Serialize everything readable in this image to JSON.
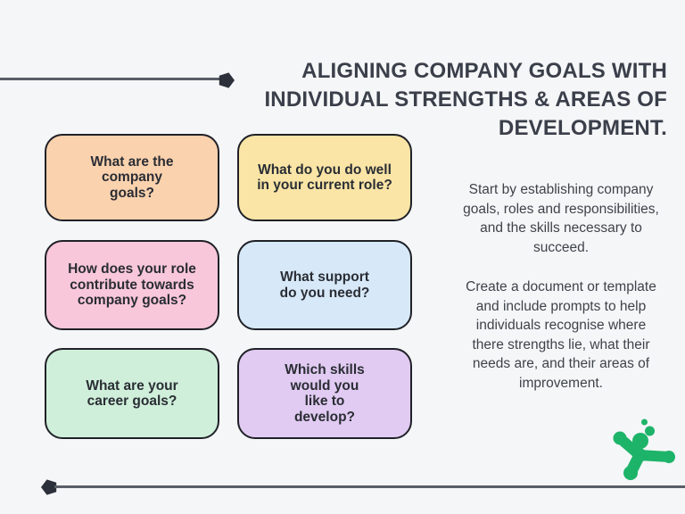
{
  "page": {
    "background_color": "#f5f6f8",
    "card_border_color": "#1f2127"
  },
  "title": {
    "text": "ALIGNING COMPANY GOALS WITH\nINDIVIDUAL STRENGTHS & AREAS OF\nDEVELOPMENT.",
    "color": "#3a3f4a"
  },
  "cards": [
    {
      "id": "company-goals",
      "text": "What are the\ncompany\ngoals?",
      "bg": "#fbd2ae"
    },
    {
      "id": "do-well-current-role",
      "text": "What do you do well\nin your current role?",
      "bg": "#fae5a6"
    },
    {
      "id": "role-contribution",
      "text": "How does your role\ncontribute towards\ncompany goals?",
      "bg": "#f9c7da"
    },
    {
      "id": "support-needed",
      "text": "What support\ndo you need?",
      "bg": "#d7e9f9"
    },
    {
      "id": "career-goals",
      "text": "What are your\ncareer goals?",
      "bg": "#cfefda"
    },
    {
      "id": "skills-to-develop",
      "text": "Which skills\nwould you\nlike to\ndevelop?",
      "bg": "#e1cbf2"
    }
  ],
  "right_column": {
    "paragraphs": [
      "Start by establishing company\ngoals, roles and responsibilities,\nand the skills necessary to\nsucceed.",
      "Create a document or template\nand include prompts to help\nindividuals recognise where\nthere strengths lie, what their\nneeds are, and their areas of\nimprovement."
    ],
    "text_color": "#3e434a"
  },
  "decor": {
    "line_color": "#5a5e66",
    "pentagon_color": "#2b303a"
  },
  "logo": {
    "name": "green-splat-logo",
    "color": "#1db469"
  }
}
